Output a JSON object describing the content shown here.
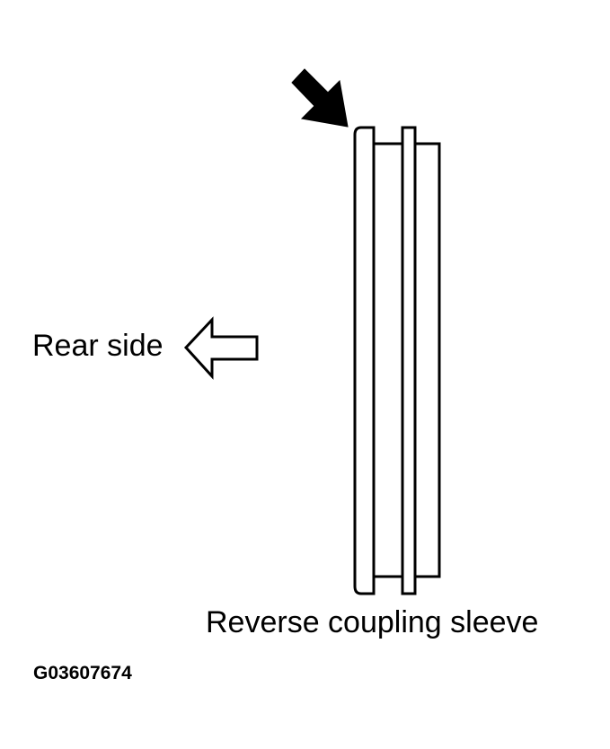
{
  "labels": {
    "rear_side": "Rear side",
    "part_name": "Reverse coupling sleeve",
    "figure_code": "G03607674"
  },
  "icons": {
    "pointer": "black-pointer-arrow-icon",
    "direction": "hollow-left-arrow-icon"
  },
  "colors": {
    "ink": "#000000",
    "background": "#ffffff"
  }
}
